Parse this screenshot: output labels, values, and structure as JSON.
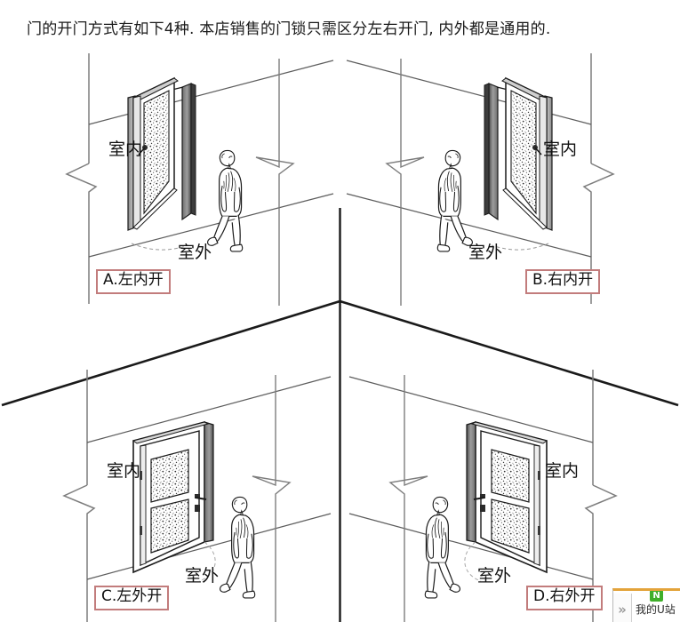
{
  "page": {
    "title": "门的开门方式有如下4种. 本店销售的门锁只需区分左右开门, 内外都是通用的.",
    "background_color": "#ffffff",
    "line_color": "#1a1a1a",
    "label_border_color": "#c27c7c"
  },
  "labels": {
    "indoor": "室内",
    "outdoor": "室外"
  },
  "options": [
    {
      "id": "A",
      "text": "A.左内开",
      "hinge_side": "left",
      "swing": "inward",
      "indoor_side": "left",
      "door_state": "open",
      "person_side": "right"
    },
    {
      "id": "B",
      "text": "B.右内开",
      "hinge_side": "right",
      "swing": "inward",
      "indoor_side": "right",
      "door_state": "open",
      "person_side": "left"
    },
    {
      "id": "C",
      "text": "C.左外开",
      "hinge_side": "left",
      "swing": "outward",
      "indoor_side": "left",
      "door_state": "closed",
      "person_side": "right"
    },
    {
      "id": "D",
      "text": "D.右外开",
      "hinge_side": "right",
      "swing": "outward",
      "indoor_side": "right",
      "door_state": "closed",
      "person_side": "left"
    }
  ],
  "toolbar": {
    "chevron": "»",
    "label": "我的U站",
    "badge": "N",
    "badge_color": "#3fae2a",
    "accent_color": "#e3a33a"
  }
}
